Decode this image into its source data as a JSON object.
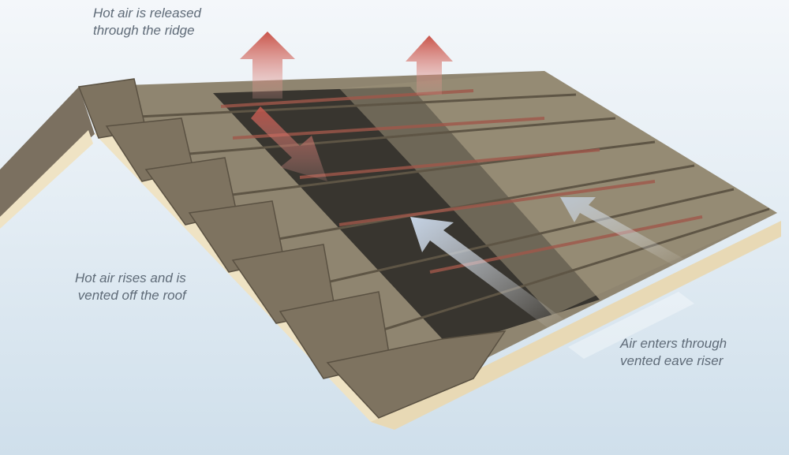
{
  "labels": {
    "ridge": [
      "Hot air is released",
      "through the ridge"
    ],
    "rises": [
      "Hot air rises and is",
      "vented off the roof"
    ],
    "eave": [
      "Air enters through",
      "vented eave riser"
    ]
  },
  "colors": {
    "tile": "#8a7e68",
    "tile_dark": "#6e6452",
    "fascia": "#efe3c4",
    "underlay": "#2f2c28",
    "hot_arrow": "#d0645a",
    "cool_arrow": "#c9d6e6",
    "text": "#5f6b78"
  },
  "icons": [
    "hot-air-arrow-up",
    "cool-air-arrow"
  ]
}
